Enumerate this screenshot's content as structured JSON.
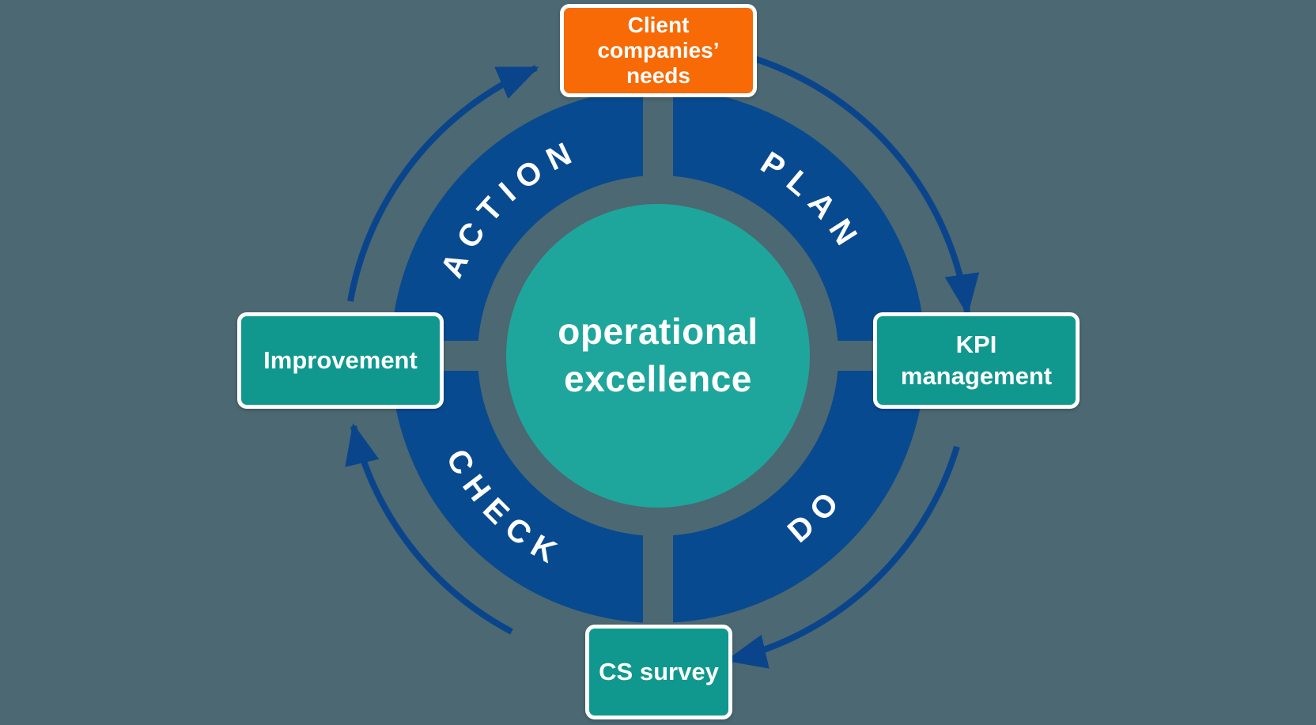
{
  "diagram": {
    "type": "pdca-cycle",
    "colors": {
      "background": "#4C6872",
      "ring_blue": "#084A90",
      "arrow_blue": "#0A458C",
      "center_teal": "#1FA69C",
      "box_teal": "#10988E",
      "box_orange": "#F76A05",
      "text": "#FFFFFF"
    },
    "center_circle": {
      "line1": "operational",
      "line2": "excellence"
    },
    "ring_labels": {
      "plan": "PLAN",
      "do": "DO",
      "check": "CHECK",
      "action": "ACTION"
    },
    "boxes": {
      "client_needs": {
        "lines": [
          "Client",
          "companies’",
          "needs"
        ]
      },
      "kpi": {
        "lines": [
          "KPI",
          "management"
        ]
      },
      "improvement": {
        "label": "Improvement"
      },
      "cs_survey": {
        "label": "CS survey"
      }
    }
  }
}
